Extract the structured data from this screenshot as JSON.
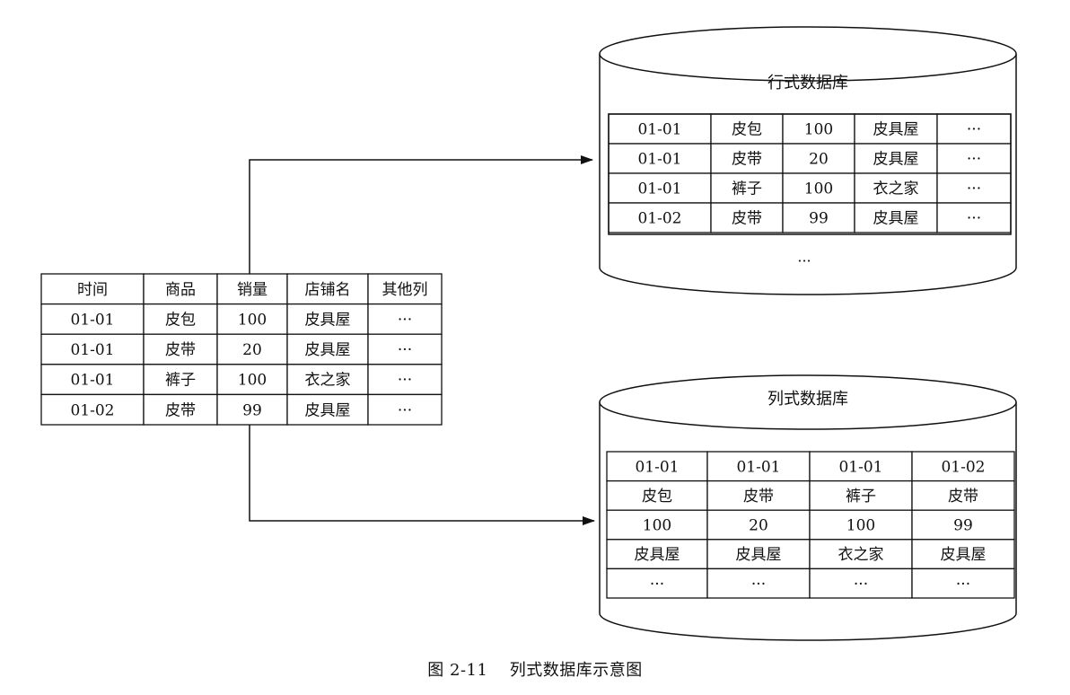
{
  "source_table": {
    "headers": [
      "时间",
      "商品",
      "销量",
      "店铺名",
      "其他列"
    ],
    "rows": [
      [
        "01-01",
        "皮包",
        "100",
        "皮具屋",
        "···"
      ],
      [
        "01-01",
        "皮带",
        "20",
        "皮具屋",
        "···"
      ],
      [
        "01-01",
        "裤子",
        "100",
        "衣之家",
        "···"
      ],
      [
        "01-02",
        "皮带",
        "99",
        "皮具屋",
        "···"
      ]
    ]
  },
  "row_db": {
    "title": "行式数据库",
    "rows": [
      [
        "01-01",
        "皮包",
        "100",
        "皮具屋",
        "···"
      ],
      [
        "01-01",
        "皮带",
        "20",
        "皮具屋",
        "···"
      ],
      [
        "01-01",
        "裤子",
        "100",
        "衣之家",
        "···"
      ],
      [
        "01-02",
        "皮带",
        "99",
        "皮具屋",
        "···"
      ]
    ],
    "more": "···"
  },
  "column_db": {
    "title": "列式数据库",
    "rows": [
      [
        "01-01",
        "01-01",
        "01-01",
        "01-02"
      ],
      [
        "皮包",
        "皮带",
        "裤子",
        "皮带"
      ],
      [
        "100",
        "20",
        "100",
        "99"
      ],
      [
        "皮具屋",
        "皮具屋",
        "衣之家",
        "皮具屋"
      ],
      [
        "···",
        "···",
        "···",
        "···"
      ]
    ]
  },
  "caption": {
    "number": "图 2-11",
    "text": "列式数据库示意图"
  }
}
